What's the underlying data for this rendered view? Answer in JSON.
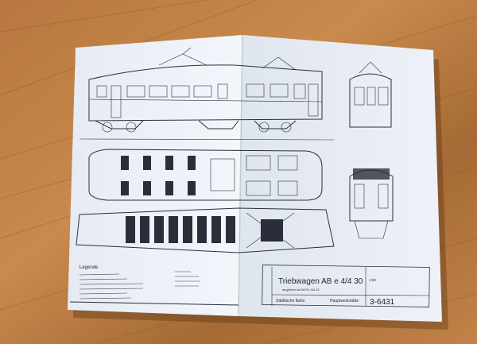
{
  "photo": {
    "subject": "",
    "colors": {
      "wood_light": "#c8874a",
      "wood_dark": "#7a4a22",
      "paper": "#eef2f8",
      "ink": "#2a2e3a"
    }
  },
  "title_block": {
    "title": "Triebwagen AB e 4/4 30",
    "subtitle": "angelehnt an BCFe 4/4 22",
    "owner": "Städtische Bahn",
    "workshop": "Hauptwerkstätte",
    "scale": "1:50",
    "drawing_number": "3-6431"
  },
  "legend": {
    "heading": "Legende"
  }
}
